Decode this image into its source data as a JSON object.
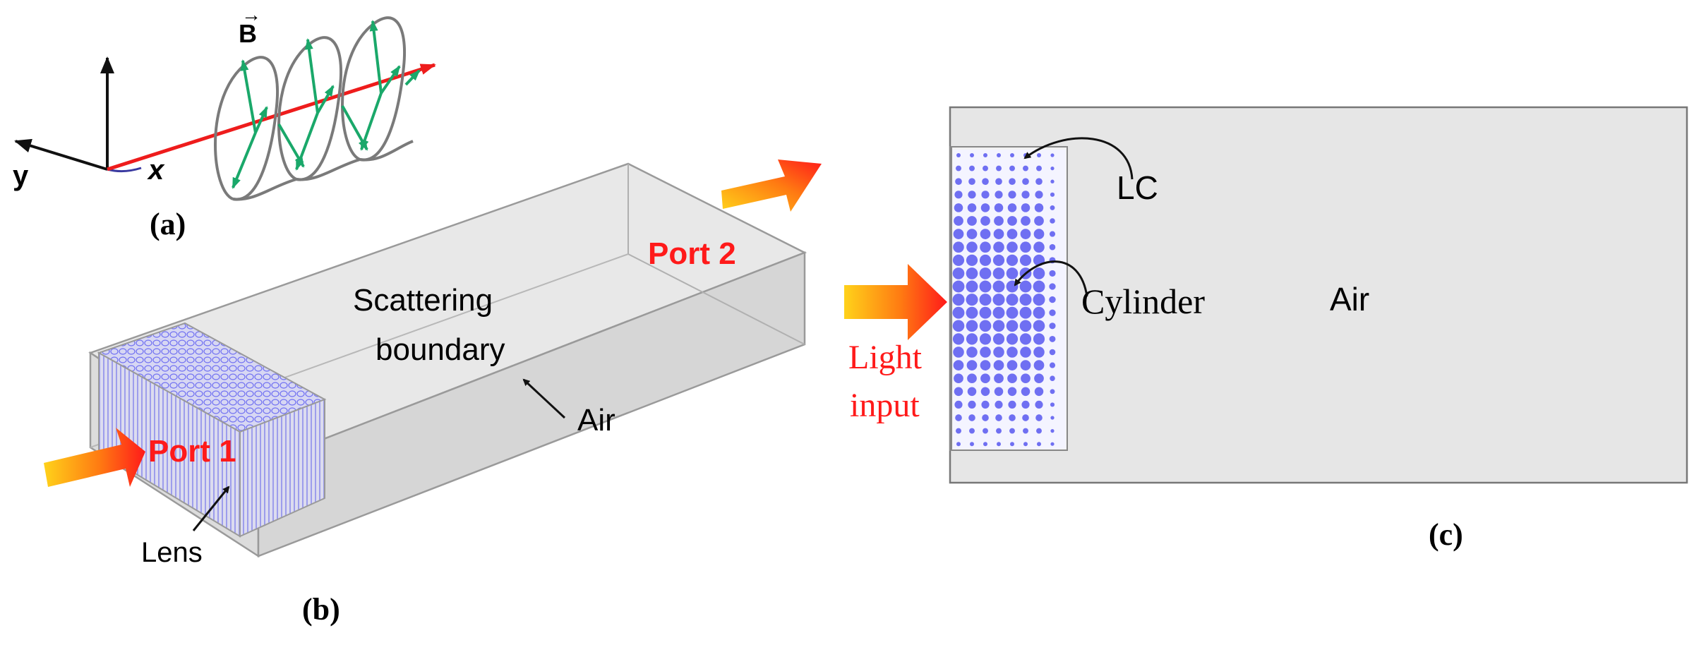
{
  "colors": {
    "axis_black": "#111111",
    "beam_red": "#ee1c1c",
    "field_green": "#1aa86a",
    "helix_gray": "#7a7a7a",
    "box_fill": "#e6e6e6",
    "box_edge": "#9a9a9a",
    "lens_blue": "#6f6ff2",
    "port_red": "#ff1a1a",
    "arrow_yellow": "#ffd21a"
  },
  "panel_a": {
    "label": "(a)",
    "axis_y": "y",
    "axis_x": "x",
    "field_symbol": "B",
    "field_arrow": "→"
  },
  "panel_b": {
    "label": "(b)",
    "scattering_line1": "Scattering",
    "scattering_line2": "boundary",
    "port1": "Port 1",
    "port2": "Port 2",
    "air": "Air",
    "lens": "Lens"
  },
  "panel_c": {
    "label": "(c)",
    "lc": "LC",
    "cylinder": "Cylinder",
    "air": "Air",
    "light_line1": "Light",
    "light_line2": "input"
  }
}
